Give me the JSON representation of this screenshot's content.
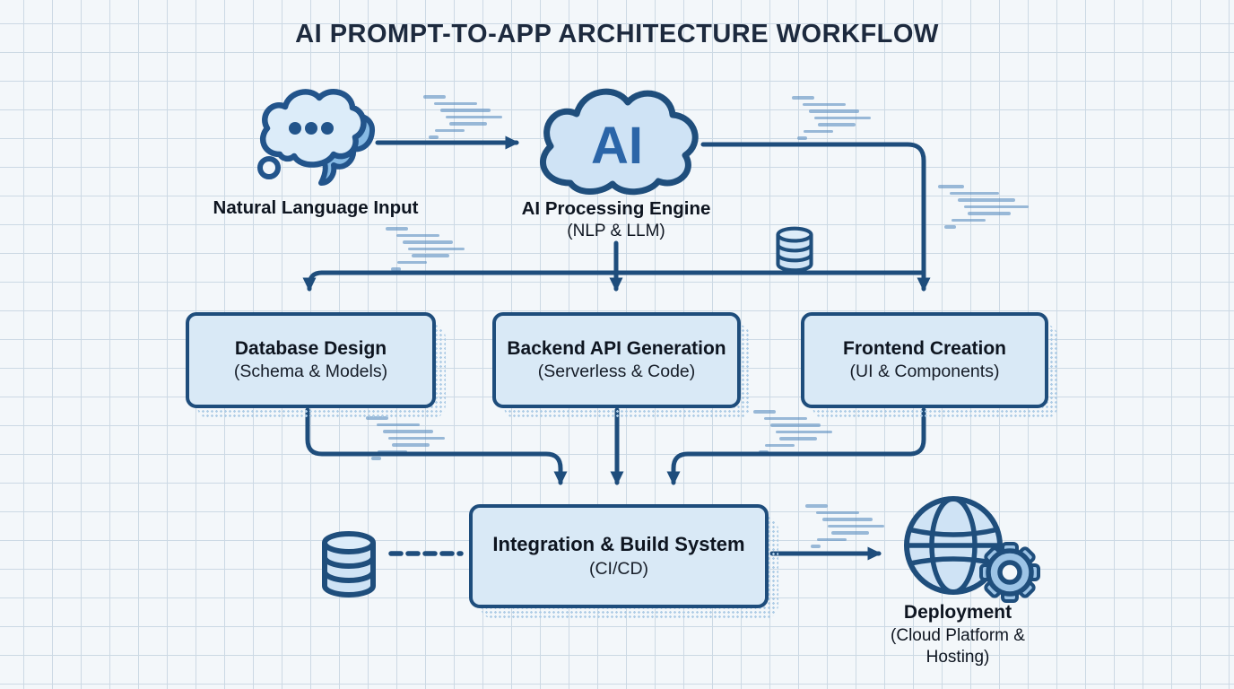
{
  "title": "AI PROMPT-TO-APP ARCHITECTURE WORKFLOW",
  "colors": {
    "line_navy": "#1e4d7c",
    "box_fill": "#d9e9f6",
    "icon_fill_light": "#cfe3f5",
    "icon_fill_medium": "#87bae4",
    "ai_letter_blue": "#2b65a8",
    "grid_line": "#ccd9e4",
    "background": "#f3f7fa",
    "title_text": "#1d2a3e",
    "body_text": "#0e1520"
  },
  "nodes": {
    "input": {
      "label": "Natural Language Input",
      "icon": "thought-bubble-icon"
    },
    "ai_engine": {
      "title": "AI Processing Engine",
      "subtitle": "(NLP & LLM)",
      "icon": "ai-cloud-icon",
      "icon_text": "AI"
    },
    "database_design": {
      "title": "Database Design",
      "subtitle": "(Schema & Models)"
    },
    "backend_api": {
      "title": "Backend API Generation",
      "subtitle": "(Serverless & Code)"
    },
    "frontend": {
      "title": "Frontend Creation",
      "subtitle": "(UI & Components)"
    },
    "integration": {
      "title": "Integration & Build System",
      "subtitle": "(CI/CD)"
    },
    "deployment": {
      "title": "Deployment",
      "subtitle": "(Cloud Platform & Hosting)",
      "icon": "globe-gear-icon"
    }
  },
  "icons": [
    "thought-bubble-icon",
    "ai-cloud-icon",
    "database-icon-small",
    "database-icon-large",
    "globe-gear-icon",
    "code-snippet-decoration"
  ]
}
